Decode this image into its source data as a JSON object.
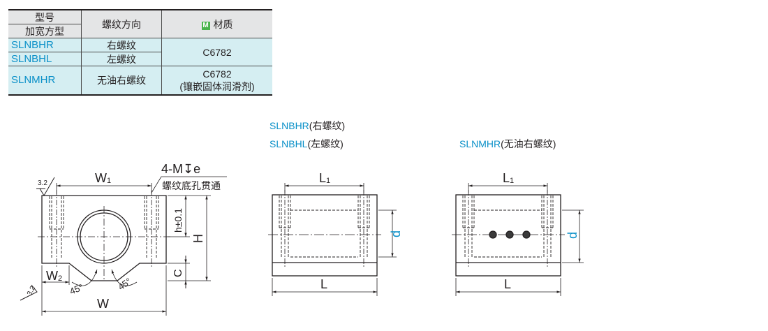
{
  "table": {
    "header": {
      "model_line1": "型号",
      "model_line2": "加宽方型",
      "thread_direction": "螺纹方向",
      "material_badge": "M",
      "material": "材质"
    },
    "rows": [
      {
        "model": "SLNBHR",
        "thread": "右螺纹"
      },
      {
        "model": "SLNBHL",
        "thread": "左螺纹"
      },
      {
        "model": "SLNMHR",
        "thread": "无油右螺纹"
      }
    ],
    "material_bh": "C6782",
    "material_mh_line1": "C6782",
    "material_mh_line2": "(镶嵌固体润滑剂)"
  },
  "labels": {
    "slnbhr_code": "SLNBHR",
    "slnbhr_desc": "(右螺纹)",
    "slnbhl_code": "SLNBHL",
    "slnbhl_desc": "(左螺纹)",
    "slnmhr_code": "SLNMHR",
    "slnmhr_desc": "(无油右螺纹)"
  },
  "front_view": {
    "roughness_top": "3.2",
    "roughness_side": "3.2",
    "w1": "W",
    "w1_sub": "1",
    "thread_spec": "4-M↧e",
    "thread_note": "螺纹底孔贯通",
    "h_tol": "h±0.1",
    "h": "H",
    "c": "C",
    "w2": "W",
    "w2_sub": "2",
    "angle_left": "45°",
    "angle_right": "45°",
    "w": "W"
  },
  "side_view_a": {
    "l1": "L",
    "l1_sub": "1",
    "l": "L",
    "d": "d"
  },
  "side_view_b": {
    "l1": "L",
    "l1_sub": "1",
    "l": "L",
    "d": "d"
  },
  "colors": {
    "accent": "#0a90c8",
    "header_bg": "#e4e5e6",
    "row_bg": "#d5eef2",
    "badge": "#48b44a"
  }
}
